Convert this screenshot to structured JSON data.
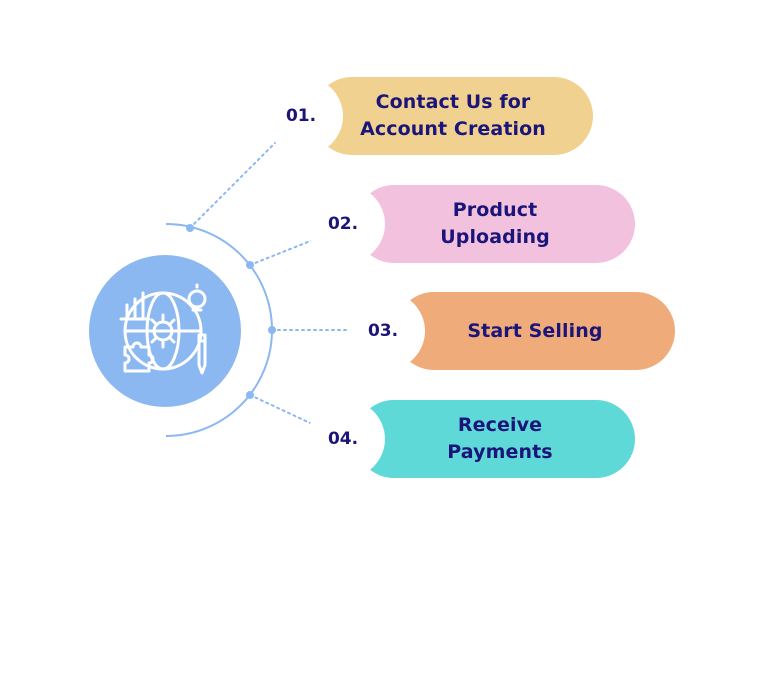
{
  "steps": [
    {
      "number": "01.",
      "label": "Contact Us for Account Creation",
      "color": "#f1d18f"
    },
    {
      "number": "02.",
      "label": "Product Uploading",
      "color": "#f2c1dd"
    },
    {
      "number": "03.",
      "label": "Start Selling",
      "color": "#f0ab7b"
    },
    {
      "number": "04.",
      "label": "Receive Payments",
      "color": "#5fd8d8"
    }
  ],
  "colors": {
    "hub": "#8bb8f1",
    "connector": "#8bb8f1",
    "text": "#1b1579"
  },
  "hub_icon": "business-strategy-icon"
}
